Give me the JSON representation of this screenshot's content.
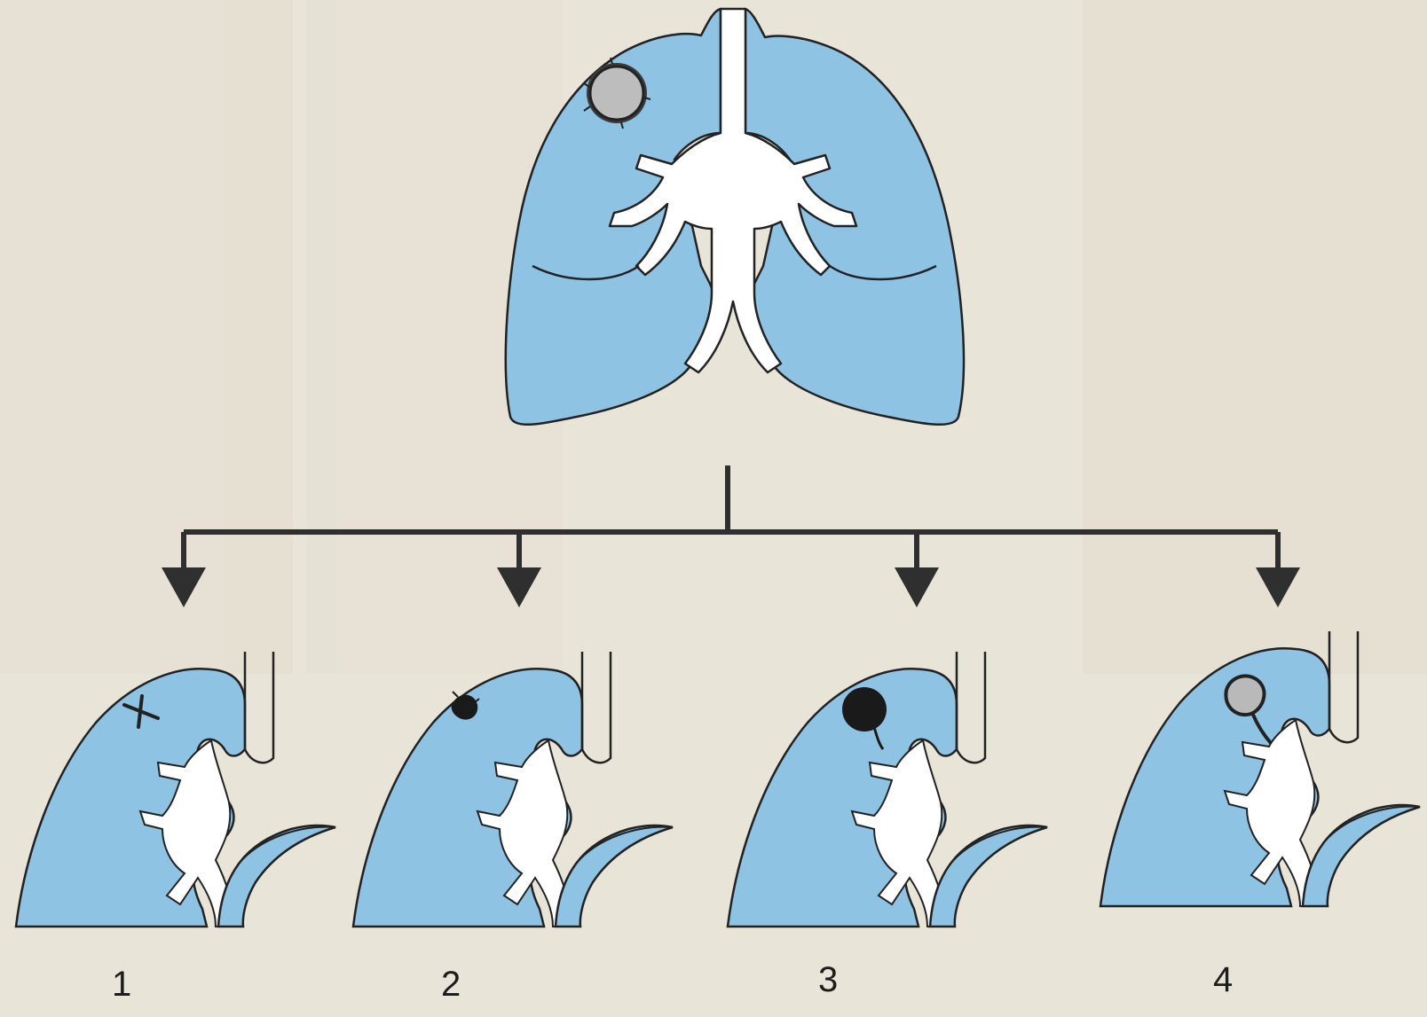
{
  "colors": {
    "paper": "#e9e4d8",
    "lung": "#8ec3e4",
    "outline": "#222222",
    "lesion": "#b9b9b9",
    "dark_lesion": "#1a1a1a",
    "arrow": "#2f2f2f"
  },
  "top_figure": {
    "label": "",
    "lesion": "tuberculoma"
  },
  "outcomes": [
    {
      "number": "1",
      "lesion": "scar"
    },
    {
      "number": "2",
      "lesion": "small-focus"
    },
    {
      "number": "3",
      "lesion": "dense-focus"
    },
    {
      "number": "4",
      "lesion": "cavity-with-drainage"
    }
  ]
}
